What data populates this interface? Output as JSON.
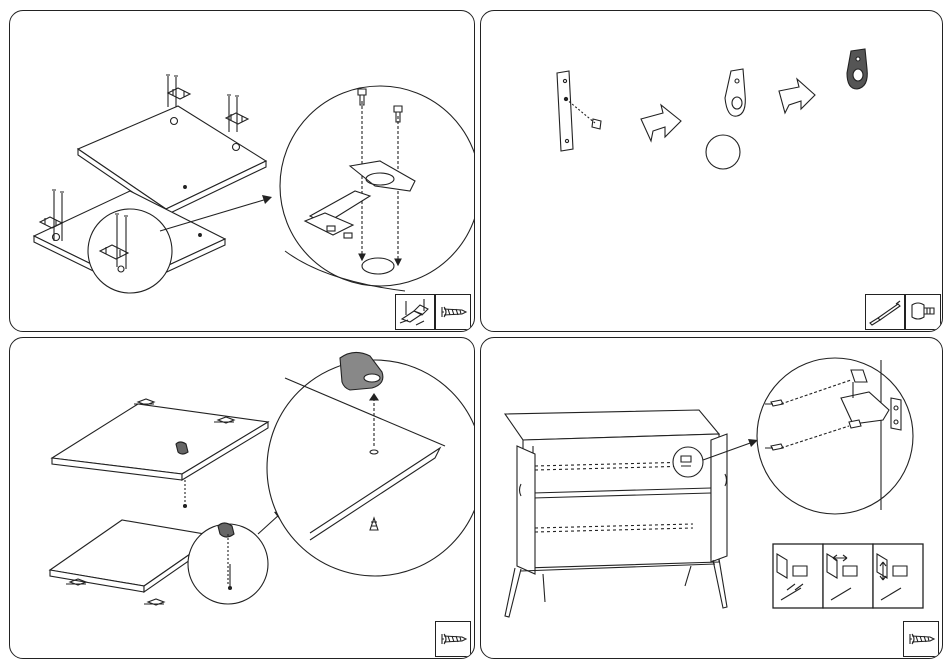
{
  "document": {
    "type": "furniture-assembly-instructions",
    "panels": [
      {
        "id": "step-hinge-install",
        "parts": [
          "hinge-part-icon",
          "screw-part-icon"
        ]
      },
      {
        "id": "step-handle-assembly",
        "parts": [
          "screwdriver-tool-icon",
          "bolt-part-icon"
        ]
      },
      {
        "id": "step-handle-mount",
        "parts": [
          "screw-part-icon"
        ]
      },
      {
        "id": "step-door-mount",
        "parts": [
          "screw-part-icon"
        ]
      }
    ]
  },
  "colors": {
    "line": "#222222",
    "panel_bg": "#ffffff",
    "handle_fill": "#8a8a8a"
  }
}
